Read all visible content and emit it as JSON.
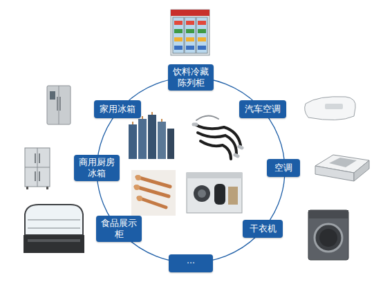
{
  "diagram": {
    "nodes": [
      {
        "text": [
          "饮料冷藏 陈列柜"
        ]
      },
      {
        "text": [
          "家用冰箱"
        ]
      },
      {
        "text": [
          "汽车空调"
        ]
      },
      {
        "text": [
          "商用厨房 冰箱"
        ]
      },
      {
        "text": [
          "空调"
        ]
      },
      {
        "text": [
          "食品展示 柜"
        ]
      },
      {
        "text": [
          "干衣机"
        ]
      },
      {
        "text": [
          "···"
        ]
      }
    ]
  }
}
